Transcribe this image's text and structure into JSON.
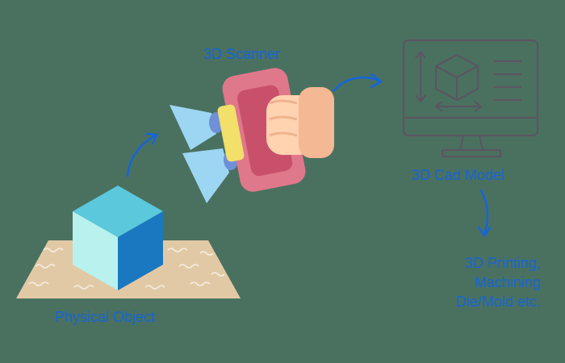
{
  "labels": {
    "scanner": "3D Scanner",
    "cad_model": "3D Cad Model",
    "physical_object": "Physical Object",
    "uses": [
      "3D Printing,",
      "Machining",
      "Die/Mold etc."
    ]
  },
  "colors": {
    "background": "#4a7160",
    "label_text": "#1565d8",
    "arrow": "#1565d8",
    "cube_top": "#5bc8dc",
    "cube_front": "#b8f1ee",
    "cube_side": "#1a78c0",
    "mat": "#e2c9a6",
    "scanner_body": "#e0788b",
    "beam": "#9dd6f2",
    "monitor_outline": "#5a5660"
  },
  "icons": {
    "monitor": "monitor-icon",
    "cube_wireframe": "cube-wireframe-icon",
    "hand": "hand-icon",
    "scanner": "handheld-scanner-icon"
  }
}
